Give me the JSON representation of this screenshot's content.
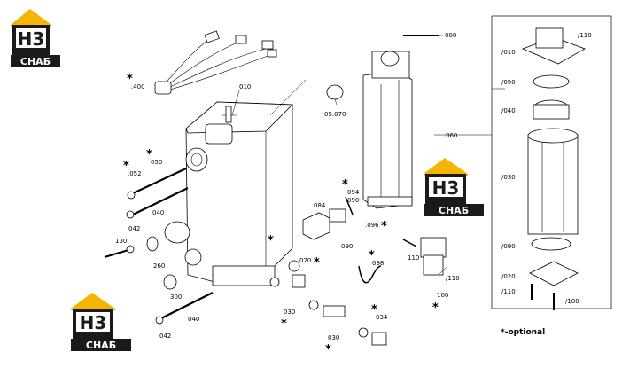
{
  "logo": {
    "letters": "H3",
    "brand": "СНАБ",
    "colors": {
      "roof": "#f4b400",
      "dark": "#1a1a1a",
      "light": "#ffffff"
    }
  },
  "labels": {
    "p400": ".400",
    "p010_main": "010",
    "p050_left": "050",
    "p052": ".052",
    "p040_left": "040",
    "p042_left": "042",
    "p130": "130",
    "p260": "260",
    "p300": "300",
    "p040_bottom": "040",
    "p042_bottom": "042",
    "p080": "080",
    "p05070": "05.070",
    "p084": "084",
    "p094": "094",
    "p090_top": "090",
    "p096": ".096",
    "p090_bottom": "090",
    "p020_mid": "020",
    "p030_mid": "030",
    "p030_low": "030",
    "p034": "034",
    "p098": "098",
    "p110_mid": "110",
    "p110_right": "/110",
    "p100_mid": "100",
    "p060": "060",
    "p110_top": "/110",
    "p010_right": "/010",
    "p090_r1": "/090",
    "p040_right": "/040",
    "p030_right": "/030",
    "p090_r2": "/090",
    "p020_right": "/020",
    "p110_bot": "/110",
    "p100_right": "/100"
  },
  "asterisk": "*",
  "note": "*-optional"
}
